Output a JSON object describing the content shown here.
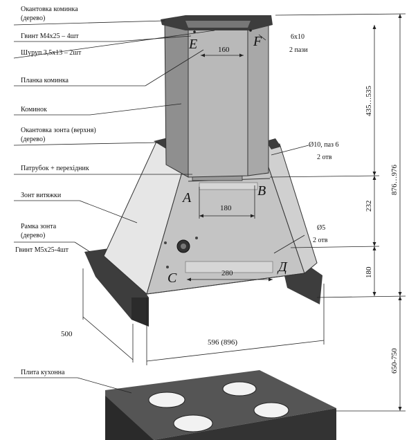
{
  "labels": {
    "chimney_trim": "Окантовка коминка",
    "chimney_trim_material": "(дерево)",
    "screw_m4": "Гвинт М4х25 – 4шт",
    "wood_screw": "Шуруп 3,5х13 – 2шт",
    "chimney_bar": "Планка коминка",
    "chimney": "Коминок",
    "hood_trim": "Окантовка зонта (верхня)",
    "hood_trim_material": "(дерево)",
    "pipe": "Патрубок + перехідник",
    "hood": "Зонт витяжки",
    "hood_frame": "Рамка зонта",
    "hood_frame_material": "(дерево)",
    "screw_m5": "Гвинт М5х25-4шт",
    "stove": "Плита кухонна"
  },
  "annotations": {
    "slot_size": "6х10",
    "slot_count": "2 пази",
    "hole_top": "Ø10, паз 6",
    "hole_top_count": "2 отв",
    "hole_bottom": "Ø5",
    "hole_bottom_count": "2 отв"
  },
  "points": {
    "E": "E",
    "F": "F",
    "A": "A",
    "B": "B",
    "C": "C",
    "D": "Д"
  },
  "dimensions": {
    "d160": "160",
    "d180": "180",
    "d280": "280",
    "d435": "435…535",
    "d232": "232",
    "d180v": "180",
    "d876": "876…976",
    "d650": "650-750",
    "d500": "500",
    "d596": "596 (896)"
  },
  "colors": {
    "chimney_front": "#b9b9b9",
    "chimney_side": "#8f8f8f",
    "hood_face": "#c4c4c4",
    "hood_side": "#e6e6e6",
    "wood_dark": "#3d3d3d",
    "stove_top": "#555555",
    "burner": "#f2f2f2"
  }
}
